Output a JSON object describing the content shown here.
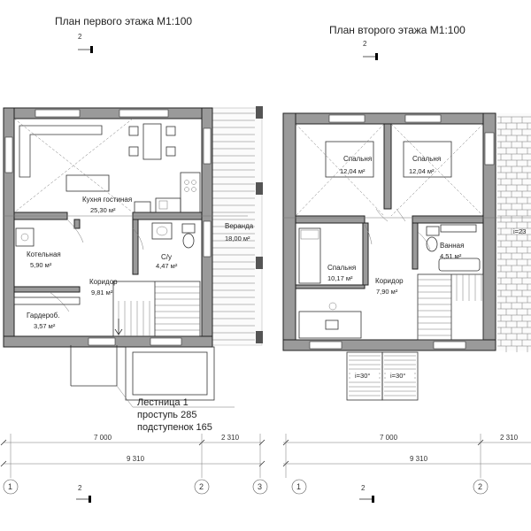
{
  "plan1": {
    "title": "План первого этажа М1:100",
    "section_mark": "2",
    "rooms": {
      "kitchen": {
        "name": "Кухня гостиная",
        "area": "25,30 м²"
      },
      "boiler": {
        "name": "Котельная",
        "area": "5,90 м²"
      },
      "corridor": {
        "name": "Коридор",
        "area": "9,81 м²"
      },
      "wc": {
        "name": "С/у",
        "area": "4,47 м²"
      },
      "wardrobe": {
        "name": "Гардероб.",
        "area": "3,57 м²"
      },
      "veranda": {
        "name": "Веранда",
        "area": "18,00 м²"
      }
    },
    "stair_note": [
      "Лестница 1",
      "проступь 285",
      "подступенок 165"
    ],
    "dims": {
      "main": "7 000",
      "side": "2 310",
      "total": "9 310"
    },
    "axes": [
      "1",
      "2",
      "3"
    ]
  },
  "plan2": {
    "title": "План второго этажа М1:100",
    "section_mark": "2",
    "rooms": {
      "bed1": {
        "name": "Спальня",
        "area": "12,04 м²"
      },
      "bed2": {
        "name": "Спальня",
        "area": "12,04 м²"
      },
      "bed3": {
        "name": "Спальня",
        "area": "10,17 м²"
      },
      "corridor": {
        "name": "Коридор",
        "area": "7,90 м²"
      },
      "bath": {
        "name": "Ванная",
        "area": "4,51 м²"
      }
    },
    "slope_left": "i=30°",
    "slope_right": "i=30°",
    "slope_edge": "i=23",
    "dims": {
      "main": "7 000",
      "side": "2 310",
      "total": "9 310"
    },
    "axes": [
      "1",
      "2"
    ]
  }
}
